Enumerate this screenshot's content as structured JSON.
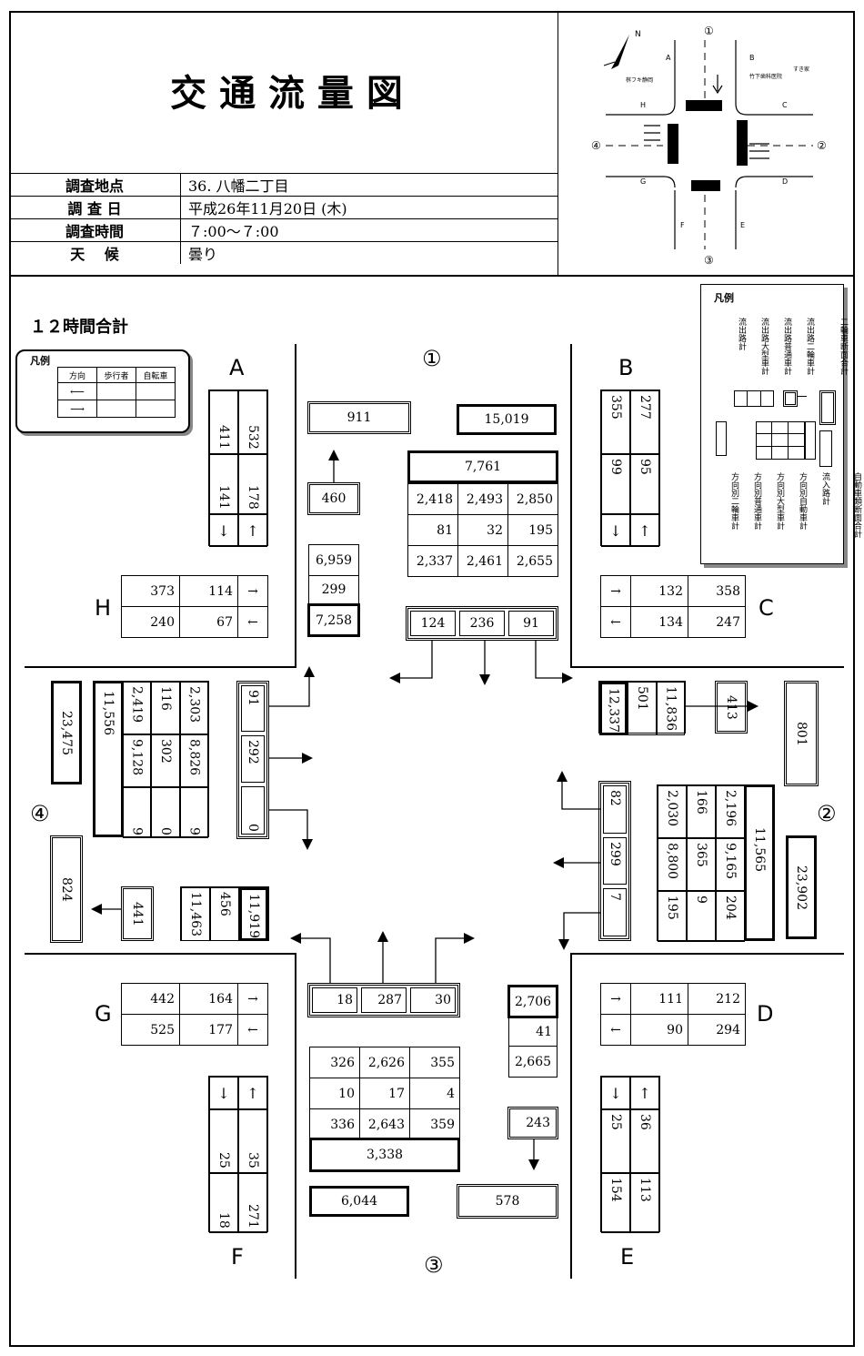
{
  "title": "交 通 流 量 図",
  "info": {
    "rows": [
      {
        "label": "調査地点",
        "value": "36. 八幡二丁目"
      },
      {
        "label": "調 査 日",
        "value": "平成26年11月20日 (木)"
      },
      {
        "label": "調査時間",
        "value": "７:00～７:00"
      },
      {
        "label": "天　 候",
        "value": "曇り"
      }
    ]
  },
  "subtitle": "１２時間合計",
  "map": {
    "n1": "①",
    "n2": "②",
    "n3": "③",
    "n4": "④",
    "A": "A",
    "B": "B",
    "C": "C",
    "D": "D",
    "E": "E",
    "F": "F",
    "G": "G",
    "H": "H",
    "lm1": "桝フキ静岡",
    "lm2": "竹下歯科医院",
    "lm3": "すき家"
  },
  "legend_small": {
    "title": "凡例",
    "headers": [
      "方向",
      "歩行者",
      "自転車"
    ],
    "rows": [
      "⟵",
      "⟶"
    ]
  },
  "legend_big": {
    "title": "凡例",
    "top_labels": [
      "流出路計",
      "流出路大型車計",
      "流出路普通車計",
      "流出路二輪車計",
      "二輪車断面合計"
    ],
    "bottom_labels": [
      "方向別二輪車計",
      "方向別普通車計",
      "方向別大型車計",
      "方向別自動車計",
      "流入路計",
      "自動車類断面合計"
    ]
  },
  "labels": {
    "A": "A",
    "B": "B",
    "C": "C",
    "D": "D",
    "E": "E",
    "F": "F",
    "G": "G",
    "H": "H",
    "n1": "①",
    "n2": "②",
    "n3": "③",
    "n4": "④"
  },
  "approach1": {
    "out_bike": "911",
    "section_total": "15,019",
    "inflow_total": "7,761",
    "out_bike2": "460",
    "grid": [
      [
        "2,418",
        "2,493",
        "2,850"
      ],
      [
        "81",
        "32",
        "195"
      ],
      [
        "2,337",
        "2,461",
        "2,655"
      ]
    ],
    "out_col": [
      "6,959",
      "299",
      "7,258"
    ],
    "dir_bike": [
      "124",
      "236",
      "91"
    ]
  },
  "approach2": {
    "top": [
      "12,337",
      "501",
      "11,836"
    ],
    "bike_out": "413",
    "bike_section": "801",
    "grid": [
      [
        "2,030",
        "166",
        "2,196"
      ],
      [
        "8,800",
        "365",
        "9,165"
      ],
      [
        "195",
        "9",
        "204"
      ]
    ],
    "inflow": "11,565",
    "section_total": "23,902",
    "dir_bike": [
      "82",
      "299",
      "7"
    ]
  },
  "approach3": {
    "dir_bike": [
      "18",
      "287",
      "30"
    ],
    "out_col": [
      "2,706",
      "41",
      "2,665"
    ],
    "grid": [
      [
        "326",
        "2,626",
        "355"
      ],
      [
        "10",
        "17",
        "4"
      ],
      [
        "336",
        "2,643",
        "359"
      ]
    ],
    "inflow": "3,338",
    "bike_out": "243",
    "section_total": "6,044",
    "bike_section": "578"
  },
  "approach4": {
    "section_total": "23,475",
    "inflow": "11,556",
    "grid": [
      [
        "2,419",
        "116",
        "2,303"
      ],
      [
        "9,128",
        "302",
        "8,826"
      ],
      [
        "9",
        "0",
        "9"
      ]
    ],
    "dir_bike": [
      "91",
      "292",
      "0"
    ],
    "bike_section": "824",
    "bike_out": "441",
    "out_col": [
      "11,463",
      "456",
      "11,919"
    ]
  },
  "crosswalks": {
    "A": {
      "top": [
        "411",
        "532"
      ],
      "mid": [
        "141",
        "178"
      ],
      "arrows": [
        "↓",
        "↑"
      ]
    },
    "B": {
      "top": [
        "355",
        "277"
      ],
      "mid": [
        "99",
        "95"
      ],
      "arrows": [
        "↓",
        "↑"
      ]
    },
    "C": {
      "row1": [
        "→",
        "132",
        "358"
      ],
      "row2": [
        "←",
        "134",
        "247"
      ]
    },
    "D": {
      "row1": [
        "→",
        "111",
        "212"
      ],
      "row2": [
        "←",
        "90",
        "294"
      ]
    },
    "E": {
      "arrows": [
        "↓",
        "↑"
      ],
      "mid": [
        "25",
        "36"
      ],
      "bot": [
        "154",
        "113"
      ]
    },
    "F": {
      "arrows": [
        "↓",
        "↑"
      ],
      "mid": [
        "25",
        "35"
      ],
      "bot": [
        "18",
        "271"
      ]
    },
    "G": {
      "row1": [
        "442",
        "164",
        "→"
      ],
      "row2": [
        "525",
        "177",
        "←"
      ]
    },
    "H": {
      "row1": [
        "373",
        "114",
        "→"
      ],
      "row2": [
        "240",
        "67",
        "←"
      ]
    }
  }
}
